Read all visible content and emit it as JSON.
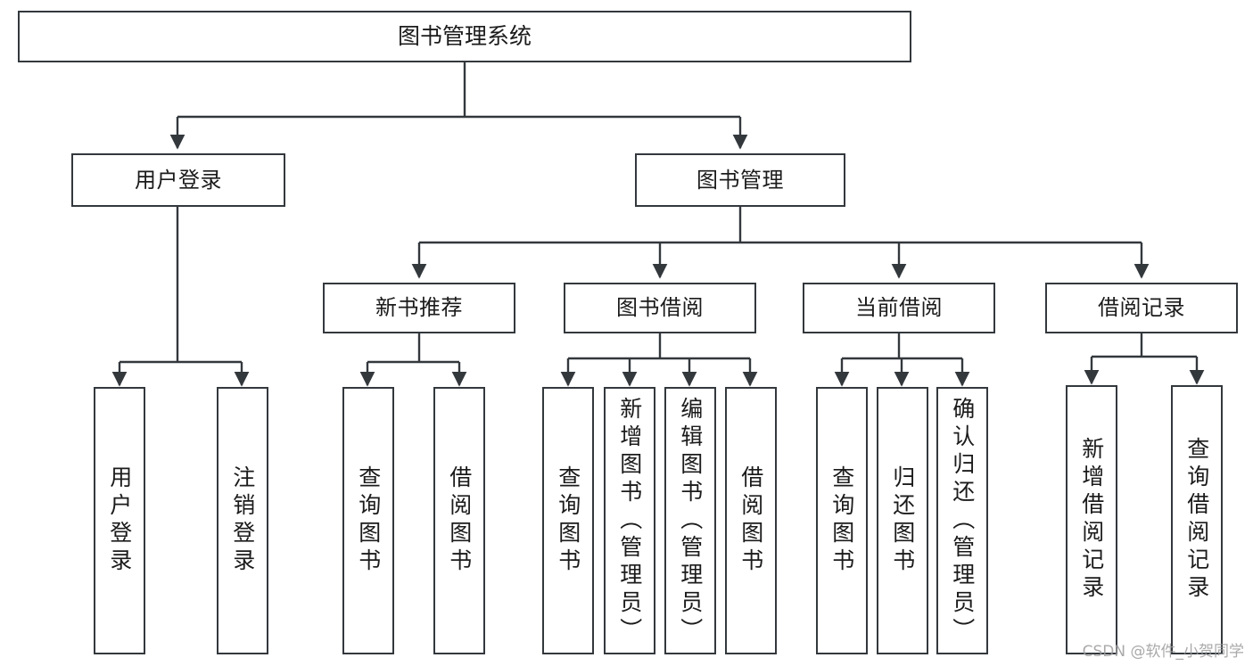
{
  "diagram": {
    "title": "图书管理系统",
    "type": "tree-hierarchy-chart",
    "root": {
      "label": "图书管理系统"
    },
    "level2": [
      {
        "label": "用户登录"
      },
      {
        "label": "图书管理"
      }
    ],
    "level3": [
      {
        "label": "新书推荐"
      },
      {
        "label": "图书借阅"
      },
      {
        "label": "当前借阅"
      },
      {
        "label": "借阅记录"
      }
    ],
    "leaves": {
      "user_login": [
        {
          "label": "用户登录"
        },
        {
          "label": "注销登录"
        }
      ],
      "new_book_recommend": [
        {
          "label": "查询图书"
        },
        {
          "label": "借阅图书"
        }
      ],
      "book_borrow": [
        {
          "label": "查询图书"
        },
        {
          "label": "新增图书（管理员）"
        },
        {
          "label": "编辑图书（管理员）"
        },
        {
          "label": "借阅图书"
        }
      ],
      "current_borrow": [
        {
          "label": "查询图书"
        },
        {
          "label": "归还图书"
        },
        {
          "label": "确认归还（管理员）"
        }
      ],
      "borrow_record": [
        {
          "label": "新增借阅记录"
        },
        {
          "label": "查询借阅记录"
        }
      ]
    }
  },
  "watermark": {
    "text": "CSDN @软件_小贺同学"
  },
  "colors": {
    "stroke": "#33383d",
    "background": "#ffffff",
    "text": "#1b1b1b",
    "watermark": "#9b9b9b"
  }
}
